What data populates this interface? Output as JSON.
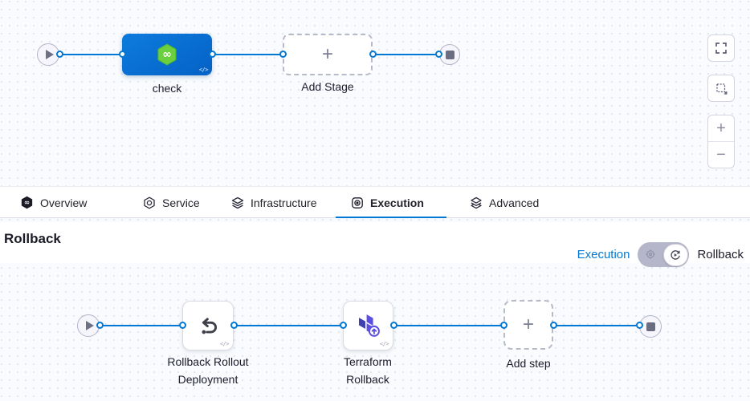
{
  "pipeline_top": {
    "stage_name": "check",
    "stage_icon": "harness-ci-hexagon",
    "add_stage": "Add Stage",
    "code_badge": "</>"
  },
  "icons": {
    "plus": "+",
    "minus": "−"
  },
  "tabs": [
    {
      "label": "Overview",
      "icon": "harness-logo-icon"
    },
    {
      "label": "Service",
      "icon": "service-icon"
    },
    {
      "label": "Infrastructure",
      "icon": "infrastructure-icon"
    },
    {
      "label": "Execution",
      "icon": "execution-icon",
      "active": true
    },
    {
      "label": "Advanced",
      "icon": "advanced-icon"
    }
  ],
  "rollback_section": {
    "title": "Rollback",
    "mode_switch": {
      "left": "Execution",
      "right": "Rollback",
      "selected": "Rollback"
    }
  },
  "pipeline_rollback": {
    "steps": [
      {
        "name": "Rollback Rollout Deployment",
        "icon": "undo-icon"
      },
      {
        "name": "Terraform Rollback",
        "icon": "terraform-icon"
      }
    ],
    "add_step": "Add step",
    "code_badge": "</>"
  },
  "colors": {
    "edge_blue": "#0278d5",
    "accent_blue": "#0278d5",
    "stage_blue": "#0a74d8",
    "harness_green": "#6ccf3d",
    "terraform_purple": "#5c4ee5",
    "terraform_dark": "#4040b2",
    "canvas_bg": "#f9fbfe"
  }
}
